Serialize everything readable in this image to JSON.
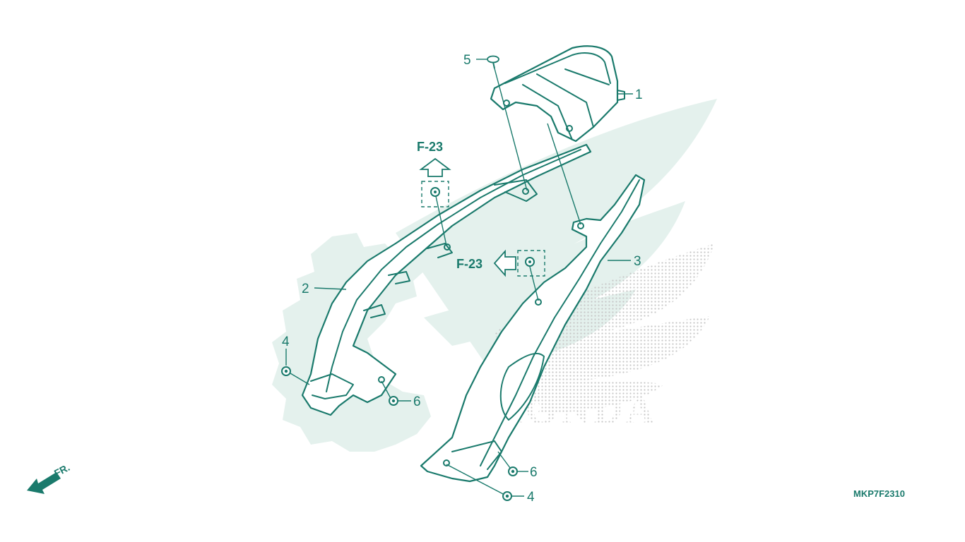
{
  "diagram_code": "MKP7F2310",
  "watermark_text": "HONDA",
  "front_indicator": "FR.",
  "references": [
    {
      "label": "F-23"
    },
    {
      "label": "F-23"
    }
  ],
  "callouts": [
    {
      "label": "1"
    },
    {
      "label": "2"
    },
    {
      "label": "3"
    },
    {
      "label": "4"
    },
    {
      "label": "4"
    },
    {
      "label": "5"
    },
    {
      "label": "6"
    },
    {
      "label": "6"
    }
  ],
  "colors": {
    "line": "#1a7a6c",
    "watermark": "#e3f0ec",
    "dots": "#c9c9c9"
  }
}
